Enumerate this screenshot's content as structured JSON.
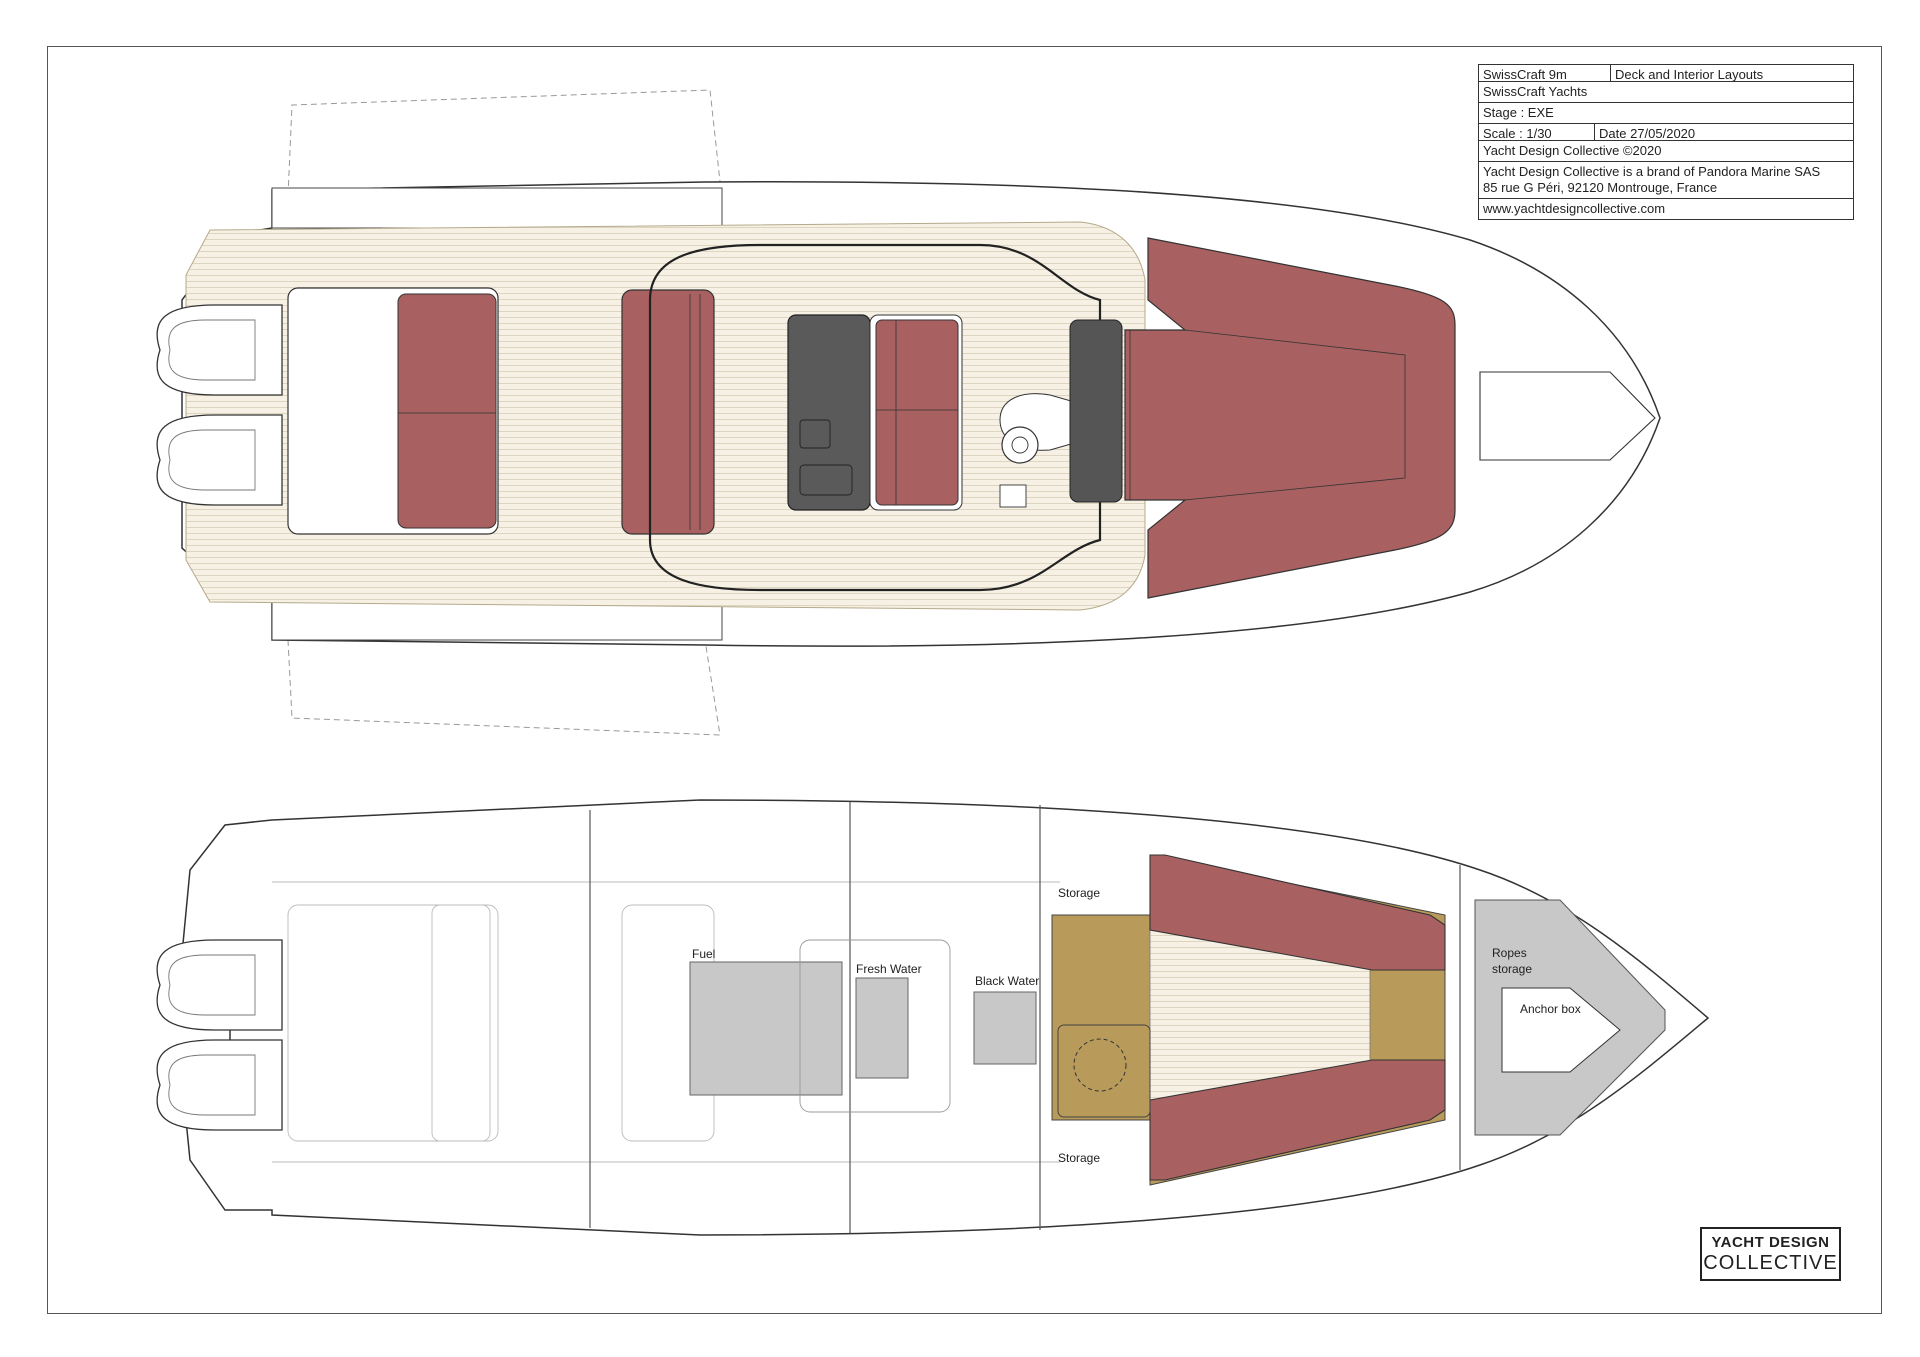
{
  "title_block": {
    "project": "SwissCraft 9m",
    "drawing_title": "Deck and Interior Layouts",
    "client": "SwissCraft Yachts",
    "stage": "Stage : EXE",
    "scale": "Scale : 1/30",
    "date": "Date 27/05/2020",
    "copyright": "Yacht Design Collective ©2020",
    "brand_line": "Yacht Design Collective is a brand of Pandora Marine SAS",
    "address": "85 rue G Péri, 92120 Montrouge, France",
    "website": "www.yachtdesigncollective.com"
  },
  "logo": {
    "line1": "YACHT DESIGN",
    "line2": "COLLECTIVE"
  },
  "interior_labels": {
    "storage_top": "Storage",
    "storage_bottom": "Storage",
    "fuel": "Fuel",
    "fresh_water": "Fresh Water",
    "black_water": "Black Water",
    "ropes_1": "Ropes",
    "ropes_2": "storage",
    "anchor_box": "Anchor box"
  },
  "colors": {
    "cushion": "#a86060",
    "teak": "#f4efe2",
    "console": "#5a5a5a",
    "tank": "#c8c8c8",
    "sole": "#b89a5a"
  }
}
